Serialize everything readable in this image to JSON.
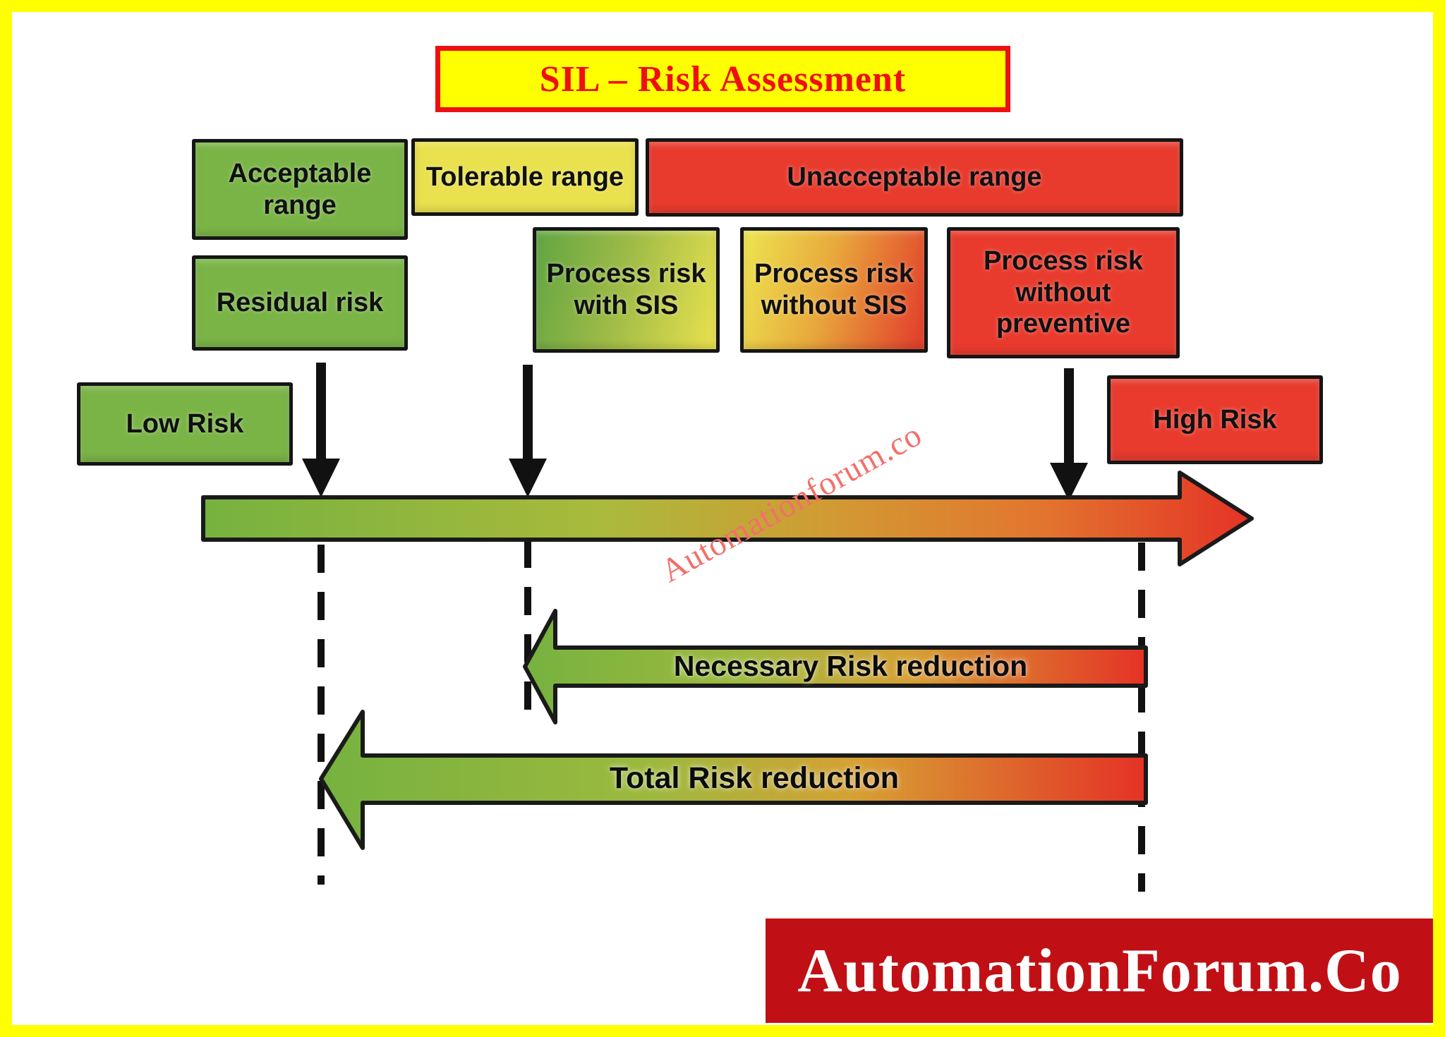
{
  "title": {
    "label": "SIL – Risk Assessment"
  },
  "ranges": {
    "acceptable": "Acceptable range",
    "tolerable": "Tolerable range",
    "unacceptable": "Unacceptable range"
  },
  "risks": {
    "residual": "Residual risk",
    "with_sis": "Process risk with SIS",
    "without_sis": "Process risk without SIS",
    "without_preventive": "Process risk without preventive",
    "low": "Low Risk",
    "high": "High Risk"
  },
  "reduction_arrows": {
    "necessary": "Necessary Risk reduction",
    "total": "Total Risk reduction"
  },
  "watermark": "Automationforum.co",
  "logo": "AutomationForum.Co",
  "colors": {
    "frame_yellow": "#ffff00",
    "title_red": "#ee1010",
    "box_green": "#7ab447",
    "box_yellow": "#e9e14e",
    "box_red": "#e83b2e",
    "arrow_gradient_start": "#76b23f",
    "arrow_gradient_end": "#e53226",
    "logo_background": "#c11015",
    "watermark_pink": "#f2706b"
  }
}
